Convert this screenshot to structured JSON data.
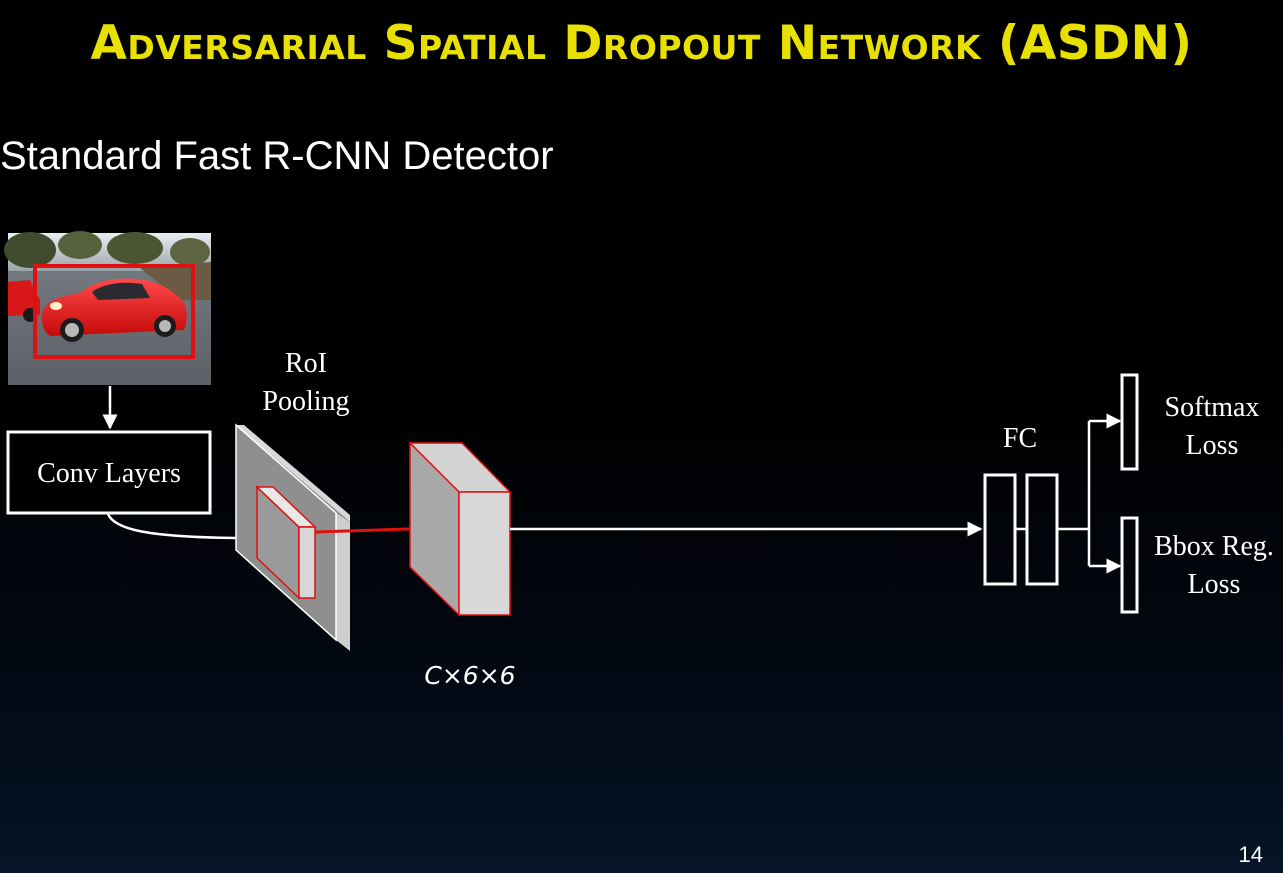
{
  "slide": {
    "title": "Adversarial Spatial Dropout Network (ASDN)",
    "subtitle": "Standard Fast R-CNN Detector",
    "page_number": "14"
  },
  "diagram": {
    "conv_layers_label": "Conv Layers",
    "roi_pooling_label_line1": "RoI",
    "roi_pooling_label_line2": "Pooling",
    "feature_dim_label": "C×6×6",
    "fc_label": "FC",
    "softmax_label_line1": "Softmax",
    "softmax_label_line2": "Loss",
    "bbox_label_line1": "Bbox Reg.",
    "bbox_label_line2": "Loss"
  },
  "colors": {
    "title": "#e8e000",
    "detection_box": "#e01010",
    "roi_arrow": "#e01010",
    "lines": "#ffffff"
  }
}
